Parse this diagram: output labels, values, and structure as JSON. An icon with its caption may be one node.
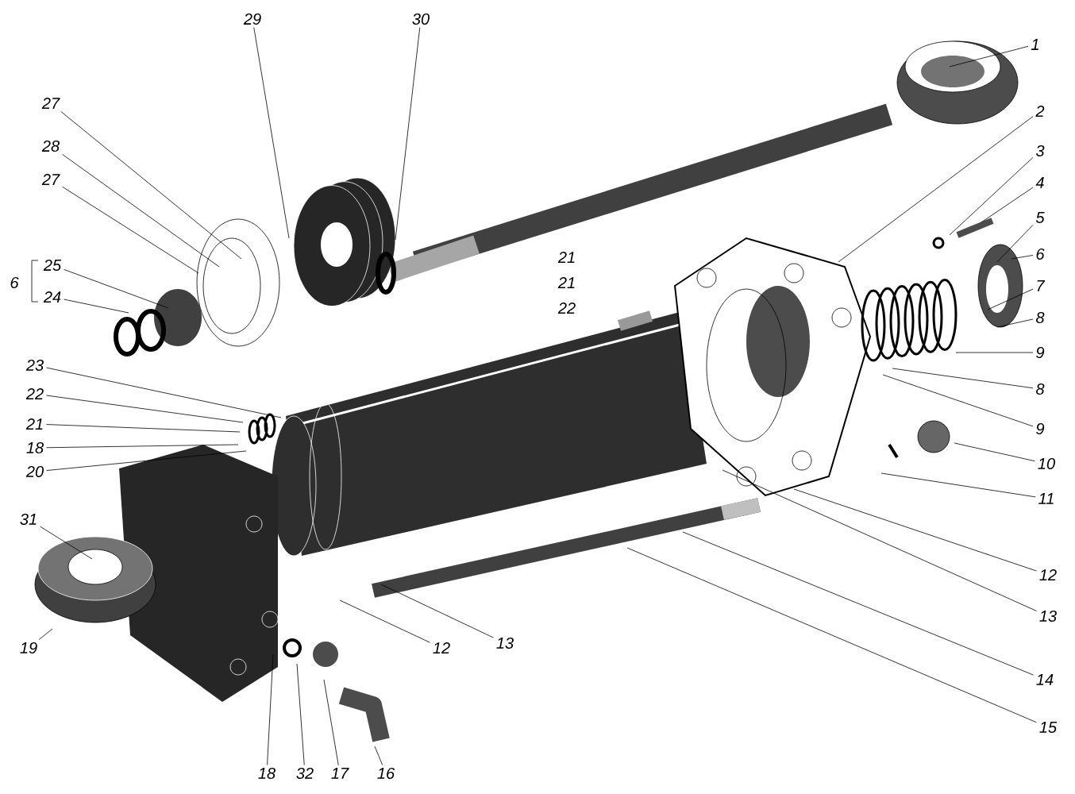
{
  "diagram": {
    "nodes": [
      {
        "text": [
          "29"
        ]
      },
      {
        "text": [
          "30"
        ]
      },
      {
        "text": [
          "1"
        ]
      },
      {
        "text": [
          "2"
        ]
      },
      {
        "text": [
          "3"
        ]
      },
      {
        "text": [
          "4"
        ]
      },
      {
        "text": [
          "5"
        ]
      },
      {
        "text": [
          "6"
        ]
      },
      {
        "text": [
          "7"
        ]
      },
      {
        "text": [
          "8"
        ]
      },
      {
        "text": [
          "9"
        ]
      },
      {
        "text": [
          "8"
        ]
      },
      {
        "text": [
          "9"
        ]
      },
      {
        "text": [
          "10"
        ]
      },
      {
        "text": [
          "11"
        ]
      },
      {
        "text": [
          "12"
        ]
      },
      {
        "text": [
          "13"
        ]
      },
      {
        "text": [
          "14"
        ]
      },
      {
        "text": [
          "15"
        ]
      },
      {
        "text": [
          "27"
        ]
      },
      {
        "text": [
          "28"
        ]
      },
      {
        "text": [
          "27"
        ]
      },
      {
        "text": [
          "25"
        ]
      },
      {
        "text": [
          "24"
        ]
      },
      {
        "text": [
          "23"
        ]
      },
      {
        "text": [
          "22"
        ]
      },
      {
        "text": [
          "21"
        ]
      },
      {
        "text": [
          "18"
        ]
      },
      {
        "text": [
          "20"
        ]
      },
      {
        "text": [
          "31"
        ]
      },
      {
        "text": [
          "19"
        ]
      },
      {
        "text": [
          "18"
        ]
      },
      {
        "text": [
          "32"
        ]
      },
      {
        "text": [
          "17"
        ]
      },
      {
        "text": [
          "16"
        ]
      },
      {
        "text": [
          "12"
        ]
      },
      {
        "text": [
          "13"
        ]
      }
    ],
    "edges": [
      {
        "from": 0,
        "to": null,
        "arrow": "none"
      },
      {
        "from": 1,
        "to": null,
        "arrow": "none"
      },
      {
        "from": 2,
        "to": null,
        "arrow": "none"
      },
      {
        "from": 3,
        "to": null,
        "arrow": "none"
      },
      {
        "from": 4,
        "to": null,
        "arrow": "none"
      },
      {
        "from": 5,
        "to": null,
        "arrow": "none"
      },
      {
        "from": 6,
        "to": null,
        "arrow": "none"
      },
      {
        "from": 7,
        "to": null,
        "arrow": "none"
      },
      {
        "from": 8,
        "to": null,
        "arrow": "none"
      },
      {
        "from": 9,
        "to": null,
        "arrow": "none"
      },
      {
        "from": 10,
        "to": null,
        "arrow": "none"
      },
      {
        "from": 11,
        "to": null,
        "arrow": "none"
      },
      {
        "from": 12,
        "to": null,
        "arrow": "none"
      },
      {
        "from": 13,
        "to": null,
        "arrow": "none"
      },
      {
        "from": 14,
        "to": null,
        "arrow": "none"
      },
      {
        "from": 15,
        "to": null,
        "arrow": "none"
      },
      {
        "from": 16,
        "to": null,
        "arrow": "none"
      },
      {
        "from": 17,
        "to": null,
        "arrow": "none"
      },
      {
        "from": 18,
        "to": null,
        "arrow": "none"
      },
      {
        "from": 19,
        "to": null,
        "arrow": "none"
      },
      {
        "from": 20,
        "to": null,
        "arrow": "none"
      },
      {
        "from": 21,
        "to": null,
        "arrow": "none"
      },
      {
        "from": 22,
        "to": null,
        "arrow": "none"
      },
      {
        "from": 23,
        "to": null,
        "arrow": "none"
      },
      {
        "from": 24,
        "to": null,
        "arrow": "none"
      },
      {
        "from": 25,
        "to": null,
        "arrow": "none"
      },
      {
        "from": 26,
        "to": null,
        "arrow": "none"
      },
      {
        "from": 27,
        "to": null,
        "arrow": "none"
      },
      {
        "from": 28,
        "to": null,
        "arrow": "none"
      },
      {
        "from": 29,
        "to": null,
        "arrow": "none"
      },
      {
        "from": 30,
        "to": null,
        "arrow": "none"
      },
      {
        "from": 31,
        "to": null,
        "arrow": "none"
      },
      {
        "from": 32,
        "to": null,
        "arrow": "none"
      },
      {
        "from": 33,
        "to": null,
        "arrow": "none"
      },
      {
        "from": 34,
        "to": null,
        "arrow": "none"
      },
      {
        "from": 35,
        "to": null,
        "arrow": "none"
      },
      {
        "from": 36,
        "to": null,
        "arrow": "none"
      }
    ],
    "labels": [
      "21",
      "6",
      "21",
      "22"
    ]
  }
}
